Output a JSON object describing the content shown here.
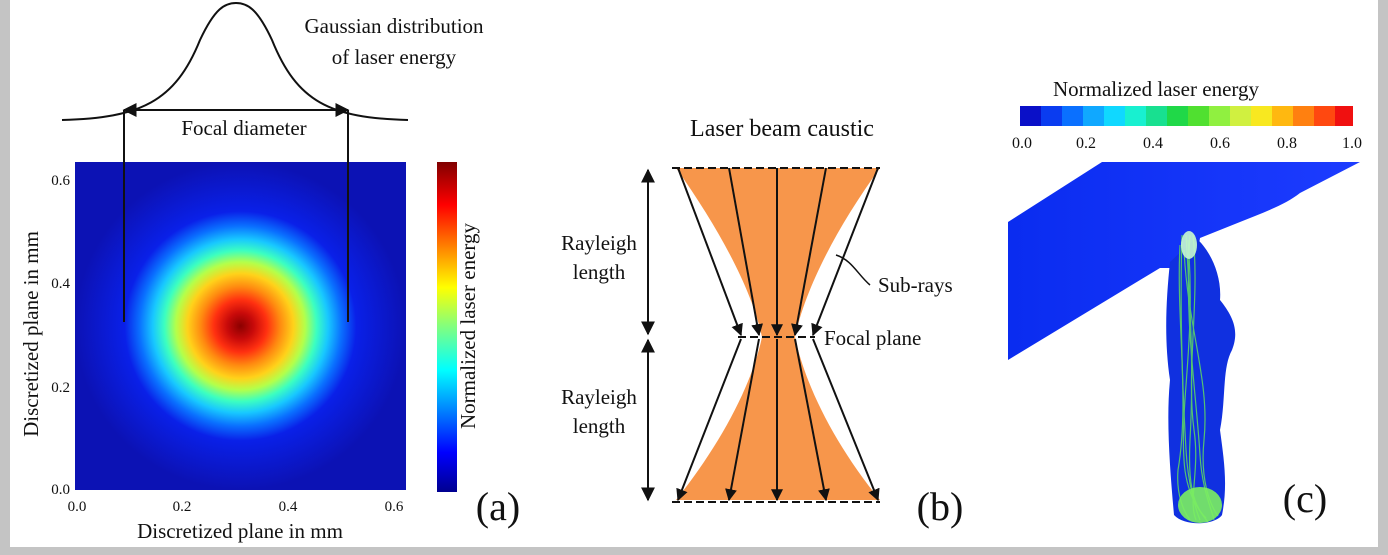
{
  "panel_a": {
    "gaussian_label_line1": "Gaussian distribution",
    "gaussian_label_line2": "of laser energy",
    "focal_diameter_label": "Focal diameter",
    "colorbar_label": "Normalized laser energy",
    "y_axis_label": "Discretized plane in mm",
    "x_axis_label": "Discretized plane in mm",
    "x_ticks": [
      "0.0",
      "0.2",
      "0.4",
      "0.6"
    ],
    "y_ticks": [
      "0.0",
      "0.2",
      "0.4",
      "0.6"
    ],
    "panel_letter": "(a)"
  },
  "panel_b": {
    "title": "Laser beam caustic",
    "rayleigh_upper_line1": "Rayleigh",
    "rayleigh_upper_line2": "length",
    "rayleigh_lower_line1": "Rayleigh",
    "rayleigh_lower_line2": "length",
    "sub_rays_label": "Sub-rays",
    "focal_plane_label": "Focal plane",
    "panel_letter": "(b)",
    "beam_color": "#f7964b"
  },
  "panel_c": {
    "colorbar_title": "Normalized laser energy",
    "colorbar_ticks": [
      "0.0",
      "0.2",
      "0.4",
      "0.6",
      "0.8",
      "1.0"
    ],
    "panel_letter": "(c)",
    "part_color": "#0a2cf0",
    "ray_color": "#5fdc5f"
  }
}
